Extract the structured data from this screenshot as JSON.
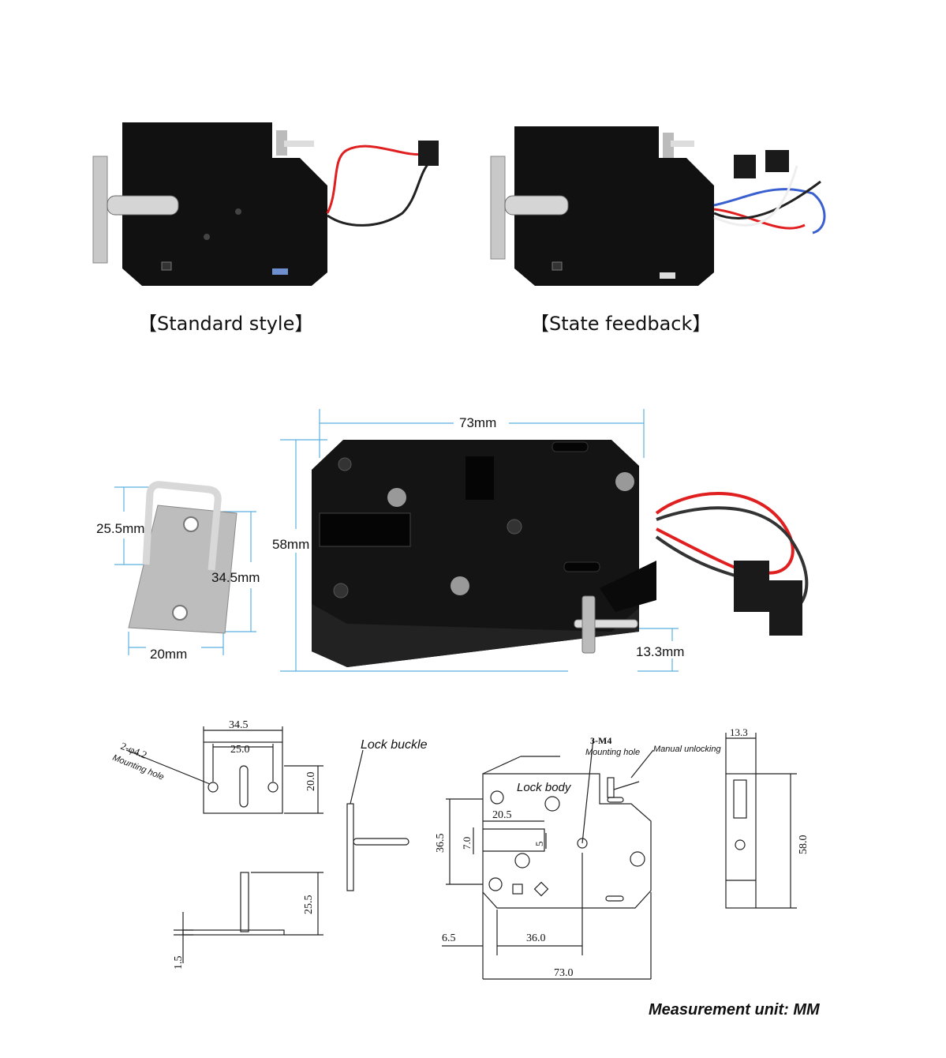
{
  "captions": {
    "standard": "【Standard style】",
    "feedback": "【State feedback】"
  },
  "photo_dims": {
    "width": "73mm",
    "height": "58mm",
    "pin": "13.3mm",
    "buckle_height": "25.5mm",
    "buckle_length": "34.5mm",
    "buckle_width": "20mm"
  },
  "drawing": {
    "hole_note": "2-φ4.2",
    "hole_note_sub": "Mounting hole",
    "buckle_label": "Lock buckle",
    "body_label": "Lock body",
    "m4_note": "3-M4",
    "m4_sub": "Mounting hole",
    "manual": "Manual unlocking",
    "d_34_5": "34.5",
    "d_25_0": "25.0",
    "d_20_0": "20.0",
    "d_25_5": "25.5",
    "d_1_5": "1.5",
    "d_20_5": "20.5",
    "d_36_5": "36.5",
    "d_7_0": "7.0",
    "d_5": "5",
    "d_6_5": "6.5",
    "d_36_0": "36.0",
    "d_73_0": "73.0",
    "d_13_3": "13.3",
    "d_58_0": "58.0"
  },
  "footer": {
    "unit": "Measurement unit: MM"
  },
  "colors": {
    "lock_body": "#111111",
    "dimension_line": "#5ab0e0",
    "wire_red": "#e02020",
    "wire_black": "#222222",
    "steel": "#c8c8c8"
  }
}
